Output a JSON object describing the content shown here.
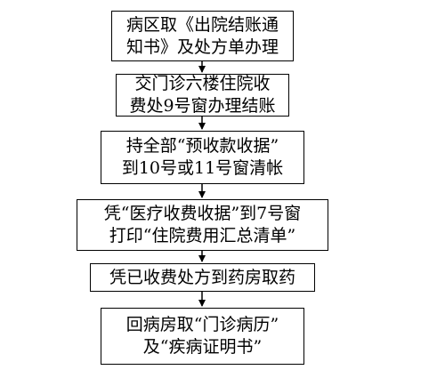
{
  "flowchart": {
    "steps": [
      {
        "lines": [
          "病区取《出院结账通",
          "知书》及处方单办理"
        ]
      },
      {
        "lines": [
          "交门诊六楼住院收",
          "费处9号窗办理结账"
        ]
      },
      {
        "lines": [
          "持全部“预收款收据”",
          "到10号或11号窗清帐"
        ]
      },
      {
        "lines": [
          "凭“医疗收费收据”到7号窗",
          "打印“住院费用汇总清单”"
        ]
      },
      {
        "lines": [
          "凭已收费处方到药房取药"
        ]
      },
      {
        "lines": [
          "回病房取“门诊病历”",
          "及“疾病证明书”"
        ]
      }
    ]
  }
}
